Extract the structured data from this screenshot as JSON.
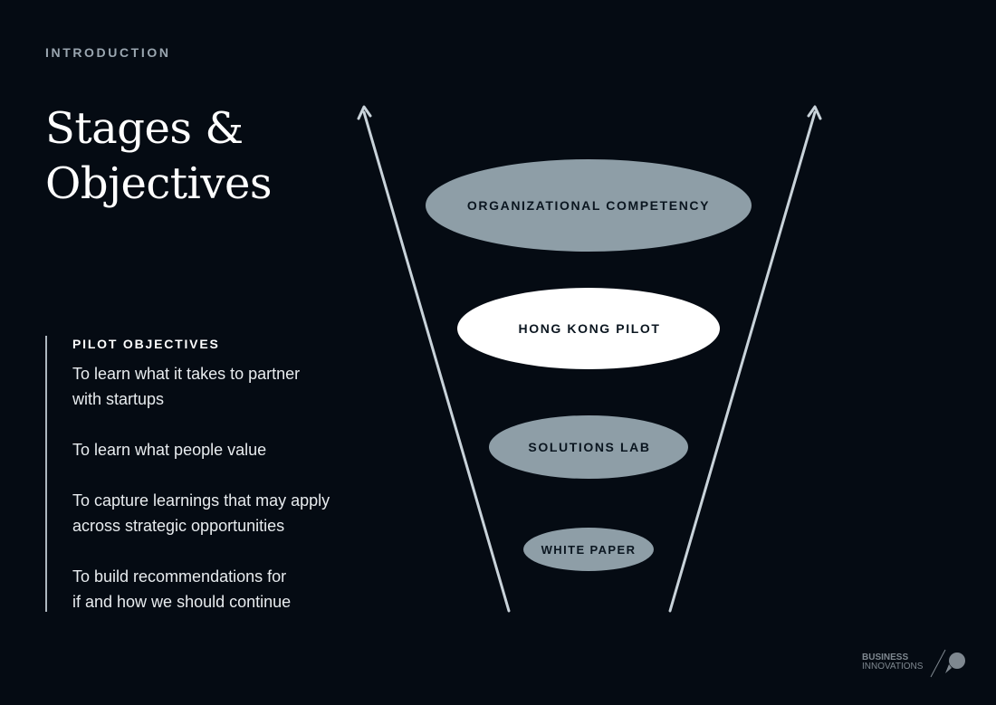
{
  "section_label": "INTRODUCTION",
  "title": {
    "line1": "Stages &",
    "line2": "Objectives"
  },
  "objectives": {
    "heading": "PILOT OBJECTIVES",
    "items": [
      "To learn what it takes to partner\nwith startups",
      "To learn what people value",
      "To capture learnings that may apply\nacross strategic opportunities",
      "To build recommendations for\nif and how we should continue"
    ]
  },
  "stages": [
    {
      "label": "ORGANIZATIONAL COMPETENCY",
      "highlighted": false
    },
    {
      "label": "HONG KONG PILOT",
      "highlighted": true
    },
    {
      "label": "SOLUTIONS LAB",
      "highlighted": false
    },
    {
      "label": "WHITE PAPER",
      "highlighted": false
    }
  ],
  "colors": {
    "background": "#050b13",
    "stage_fill": "#8e9ea7",
    "stage_highlight_fill": "#ffffff",
    "stage_text": "#0b1620",
    "arrow": "#c9d3da"
  },
  "logo": {
    "line1": "BUSINESS",
    "line2": "INNOVATIONS",
    "icon": "pin-logo-icon"
  }
}
